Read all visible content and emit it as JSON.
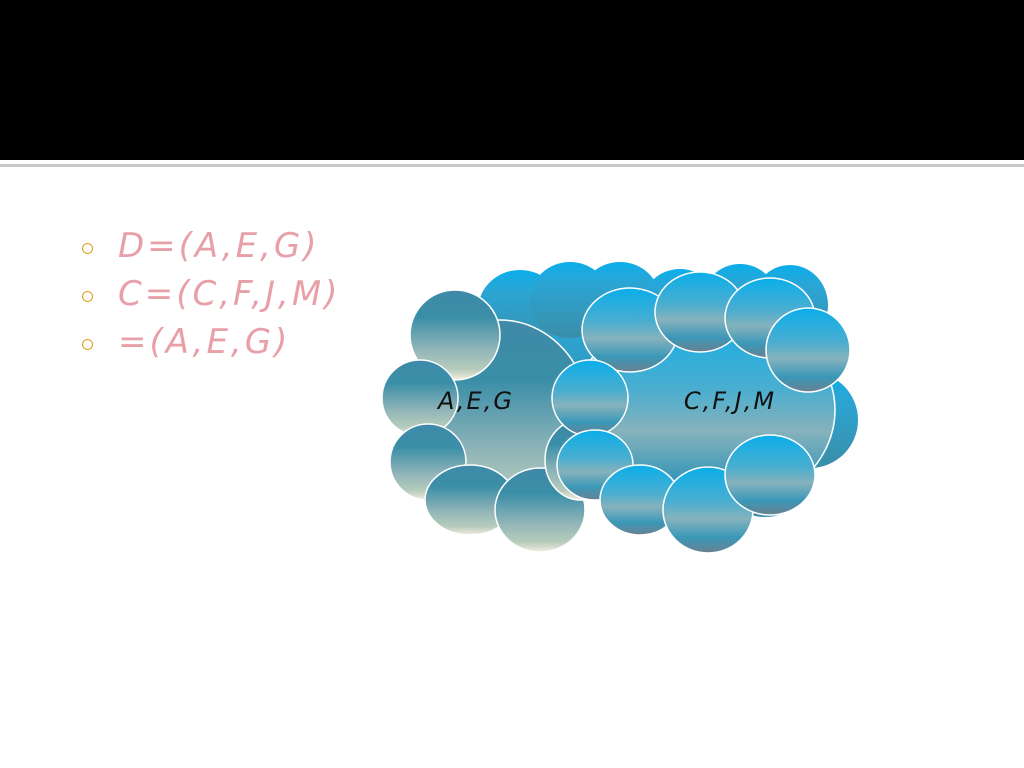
{
  "bullets": [
    {
      "text": "D=(A,E,G)"
    },
    {
      "text": "C=(C,F,J,M)"
    },
    {
      "text": "=(A,E,G)"
    }
  ],
  "clouds": {
    "left_label": "A,E,G",
    "right_label": "C,F,J,M"
  },
  "colors": {
    "title_bar": "#000000",
    "bullet_text": "#e8a0a8",
    "bullet_marker": "#d4a017",
    "cloud_sky_blue": "#0aaeea",
    "cloud_teal": "#3a8ea8",
    "cloud_cream": "#f4ece0"
  },
  "icons": {
    "bullet": "hollow-circle-icon",
    "shape": "cloud-icon"
  }
}
